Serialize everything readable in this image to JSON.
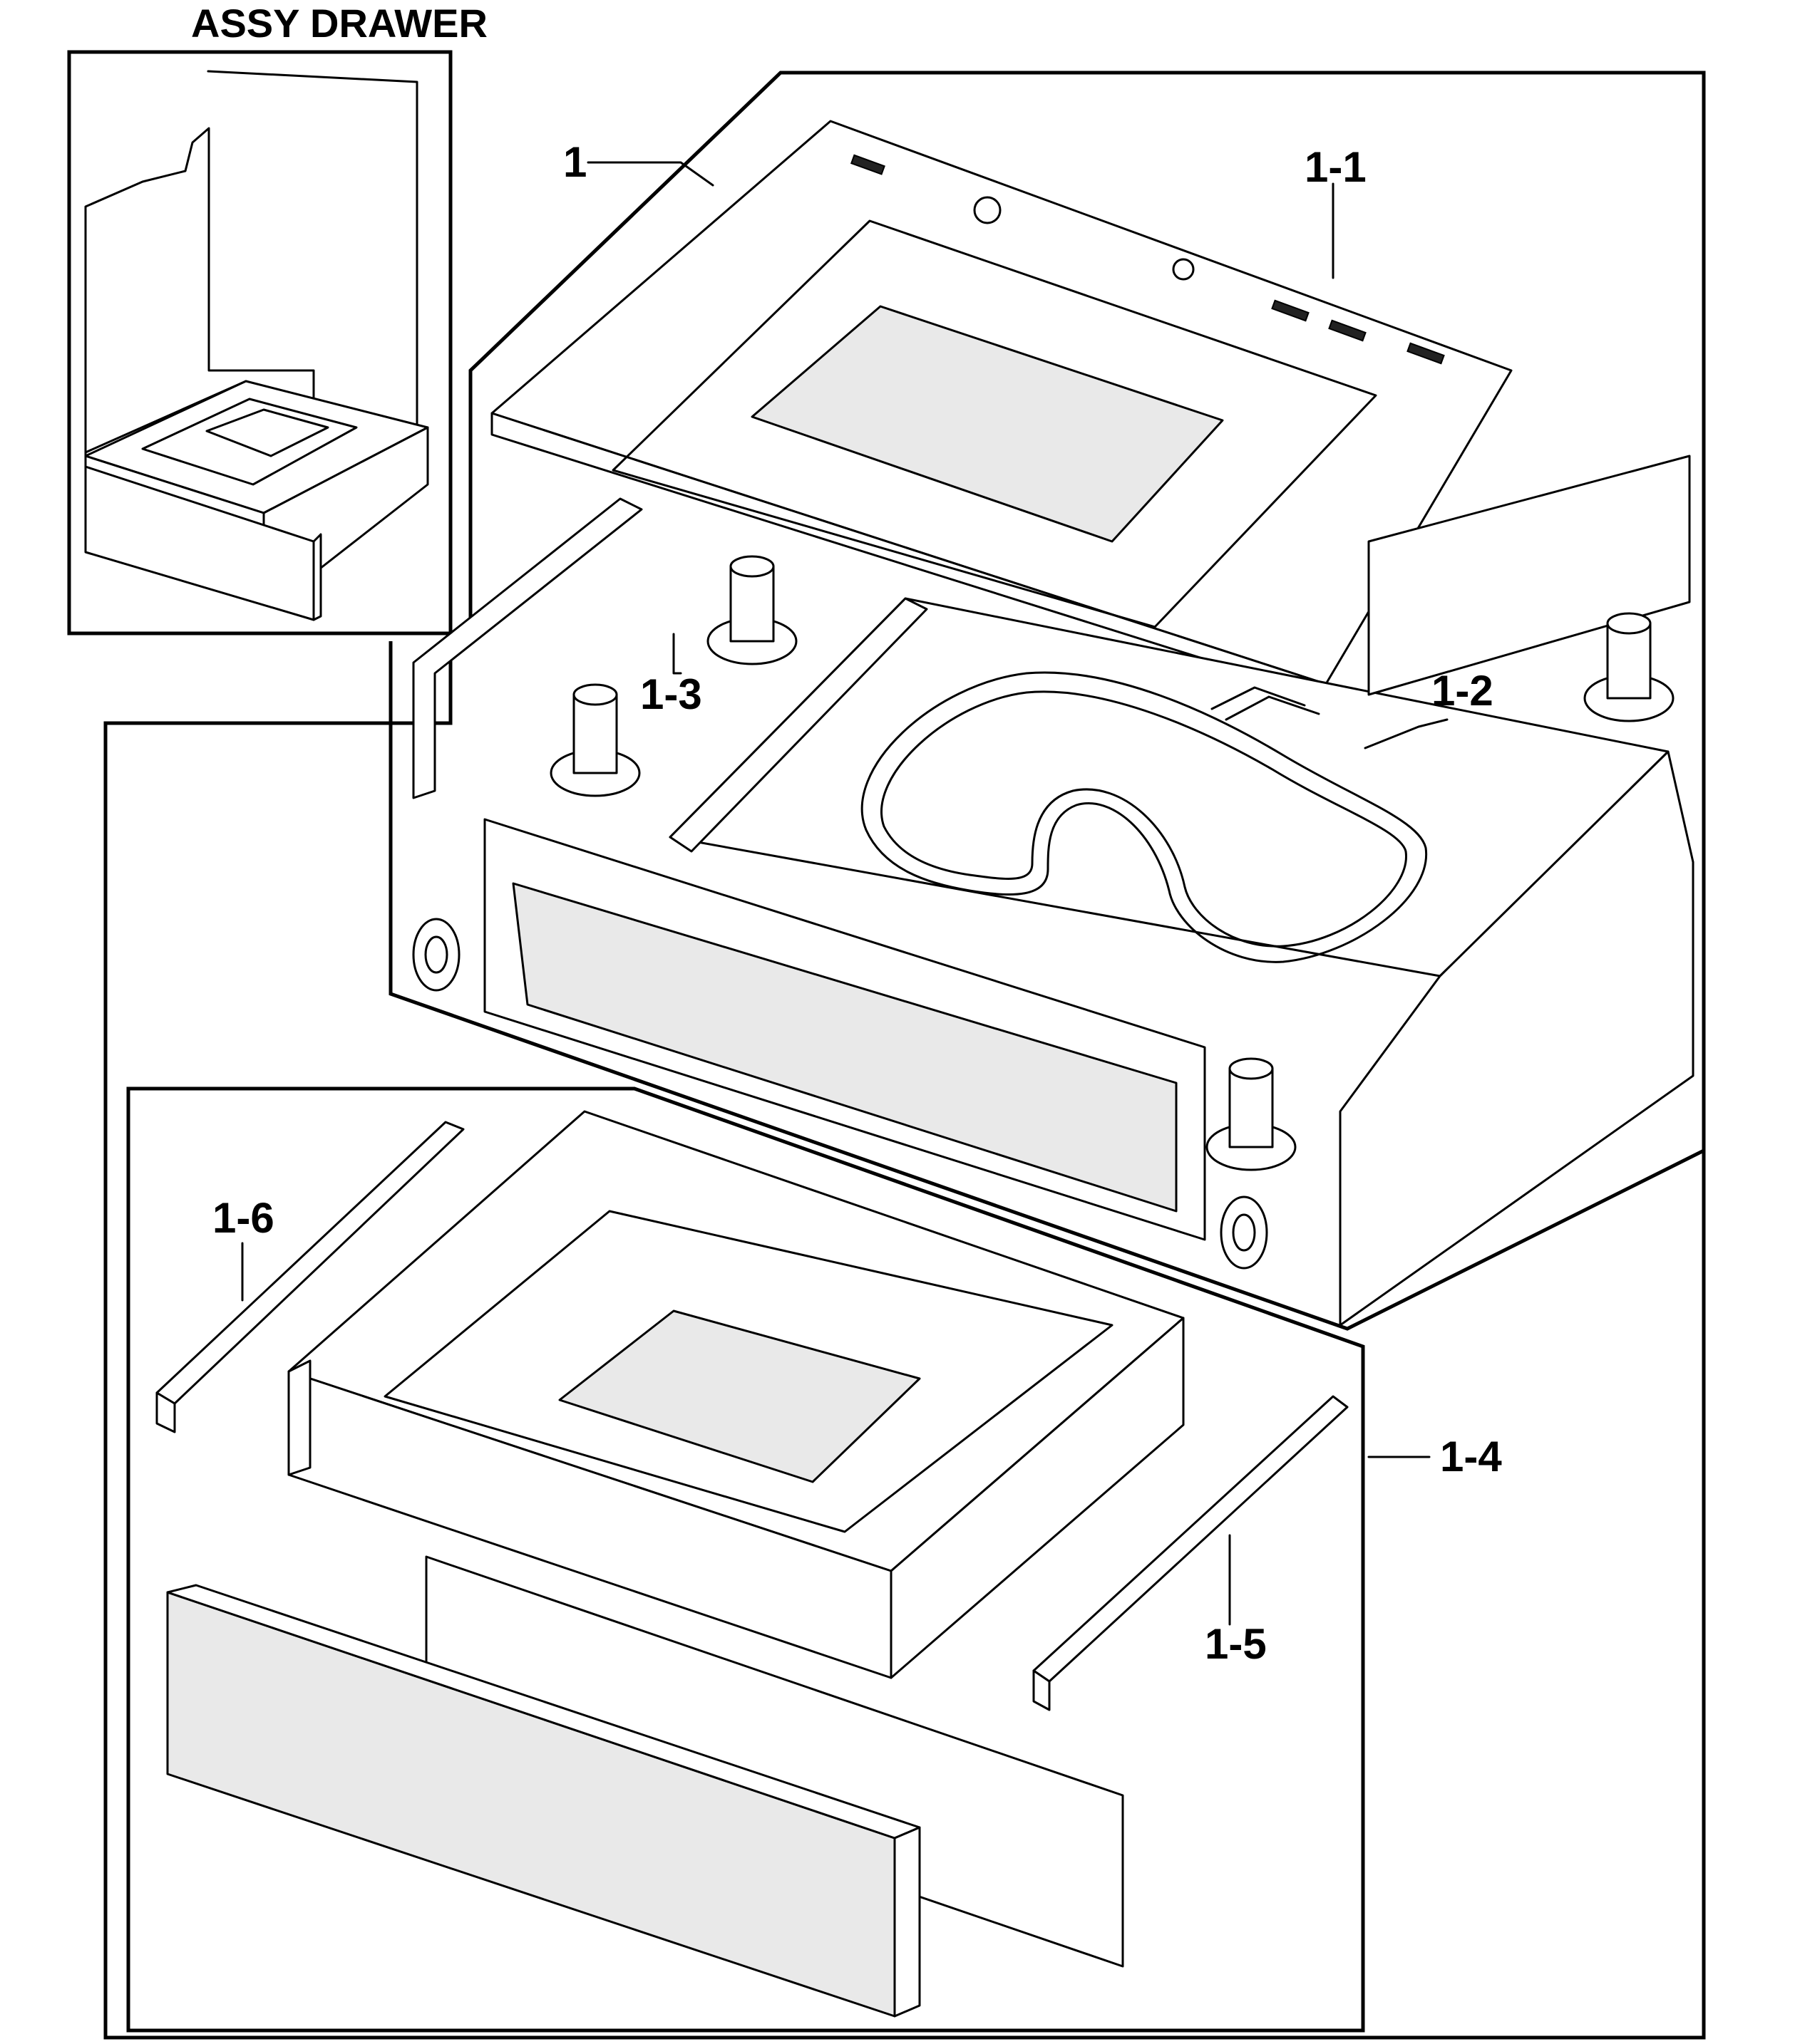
{
  "title": "ASSY DRAWER",
  "callouts": {
    "c1": "1",
    "c1_1": "1-1",
    "c1_2": "1-2",
    "c1_3": "1-3",
    "c1_4": "1-4",
    "c1_5": "1-5",
    "c1_6": "1-6"
  },
  "colors": {
    "line": "#000000",
    "background": "#ffffff"
  }
}
